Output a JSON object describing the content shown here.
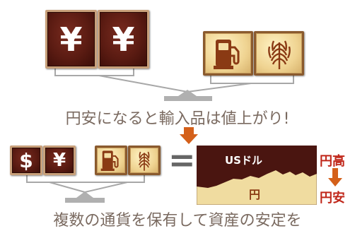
{
  "top_row": {
    "yen_tile_1": "¥",
    "yen_tile_2": "¥"
  },
  "caption_top": "円安になると輸入品は値上がり!",
  "bottom_row": {
    "dollar_tile": "$",
    "yen_tile": "¥",
    "equals": "="
  },
  "chart_labels": {
    "usd": "USドル",
    "jpy": "円"
  },
  "side_labels": {
    "strong_yen": "円高",
    "weak_yen": "円安"
  },
  "caption_bottom": "複数の通貨を保有して資産の安定を",
  "icons": {
    "fuel": "fuel-pump-icon",
    "wheat": "wheat-icon",
    "down_arrow": "down-arrow-icon"
  },
  "colors": {
    "dark_tile": "#5a1b12",
    "light_tile": "#efd391",
    "accent_orange": "#d4601a",
    "label_red": "#c0271a",
    "chart_top": "#4a1510",
    "chart_bottom": "#f0dca0"
  }
}
